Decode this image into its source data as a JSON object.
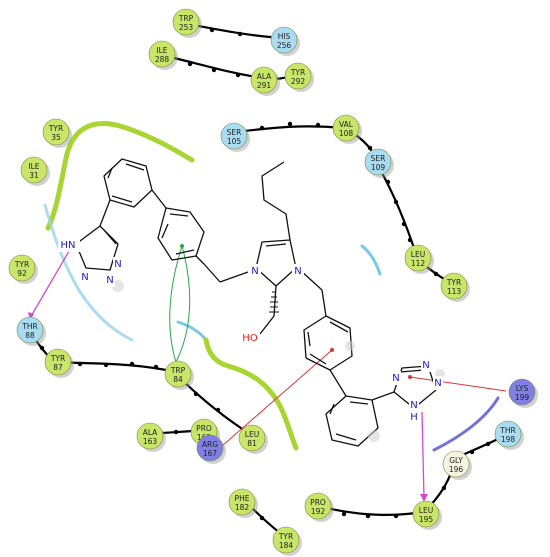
{
  "colors": {
    "hydrophobic": "#c9e56a",
    "polar": "#a9dcf2",
    "positive": "#7f7fe6",
    "glycine": "#f3f3df",
    "backbone": "#000000",
    "pocket_green": "#a8d532",
    "pocket_blue": "#7ac9e4",
    "hbond": "#d24ad2",
    "pi_cation": "#e0343a",
    "pi_stack": "#2ea44a",
    "nitrogen": "#1c1cb8",
    "oxygen": "#e21b1b"
  },
  "residues": [
    {
      "id": "trp253",
      "name": "TRP",
      "num": "253",
      "kind": "hydrophobic"
    },
    {
      "id": "his256",
      "name": "HIS",
      "num": "256",
      "kind": "polar"
    },
    {
      "id": "ile288",
      "name": "ILE",
      "num": "288",
      "kind": "hydrophobic"
    },
    {
      "id": "ala291",
      "name": "ALA",
      "num": "291",
      "kind": "hydrophobic"
    },
    {
      "id": "tyr292",
      "name": "TYR",
      "num": "292",
      "kind": "hydrophobic"
    },
    {
      "id": "tyr35",
      "name": "TYR",
      "num": "35",
      "kind": "hydrophobic"
    },
    {
      "id": "ile31",
      "name": "ILE",
      "num": "31",
      "kind": "hydrophobic"
    },
    {
      "id": "ser105",
      "name": "SER",
      "num": "105",
      "kind": "polar"
    },
    {
      "id": "val108",
      "name": "VAL",
      "num": "108",
      "kind": "hydrophobic"
    },
    {
      "id": "ser109",
      "name": "SER",
      "num": "109",
      "kind": "polar"
    },
    {
      "id": "leu112",
      "name": "LEU",
      "num": "112",
      "kind": "hydrophobic"
    },
    {
      "id": "tyr113",
      "name": "TYR",
      "num": "113",
      "kind": "hydrophobic"
    },
    {
      "id": "tyr92",
      "name": "TYR",
      "num": "92",
      "kind": "hydrophobic"
    },
    {
      "id": "thr88",
      "name": "THR",
      "num": "88",
      "kind": "polar"
    },
    {
      "id": "tyr87",
      "name": "TYR",
      "num": "87",
      "kind": "hydrophobic"
    },
    {
      "id": "trp84",
      "name": "TRP",
      "num": "84",
      "kind": "hydrophobic"
    },
    {
      "id": "ala163",
      "name": "ALA",
      "num": "163",
      "kind": "hydrophobic"
    },
    {
      "id": "pro162",
      "name": "PRO",
      "num": "162",
      "kind": "hydrophobic"
    },
    {
      "id": "leu81",
      "name": "LEU",
      "num": "81",
      "kind": "hydrophobic"
    },
    {
      "id": "arg167",
      "name": "ARG",
      "num": "167",
      "kind": "positive"
    },
    {
      "id": "lys199",
      "name": "LYS",
      "num": "199",
      "kind": "positive"
    },
    {
      "id": "thr198",
      "name": "THR",
      "num": "198",
      "kind": "polar"
    },
    {
      "id": "gly196",
      "name": "GLY",
      "num": "196",
      "kind": "glycine"
    },
    {
      "id": "phe182",
      "name": "PHE",
      "num": "182",
      "kind": "hydrophobic"
    },
    {
      "id": "tyr184",
      "name": "TYR",
      "num": "184",
      "kind": "hydrophobic"
    },
    {
      "id": "pro192",
      "name": "PRO",
      "num": "192",
      "kind": "hydrophobic"
    },
    {
      "id": "leu195",
      "name": "LEU",
      "num": "195",
      "kind": "hydrophobic"
    }
  ],
  "atoms": {
    "left_tetrazole": {
      "nh": "HN",
      "n1": "N",
      "n2": "N",
      "n3": "N"
    },
    "imidazole": {
      "n1": "N",
      "n2": "N"
    },
    "hydroxyl": {
      "label": "HO"
    },
    "right_tetrazole": {
      "nh": "H",
      "n_nh": "N",
      "n1": "N",
      "n2": "N",
      "n3": "N"
    }
  }
}
